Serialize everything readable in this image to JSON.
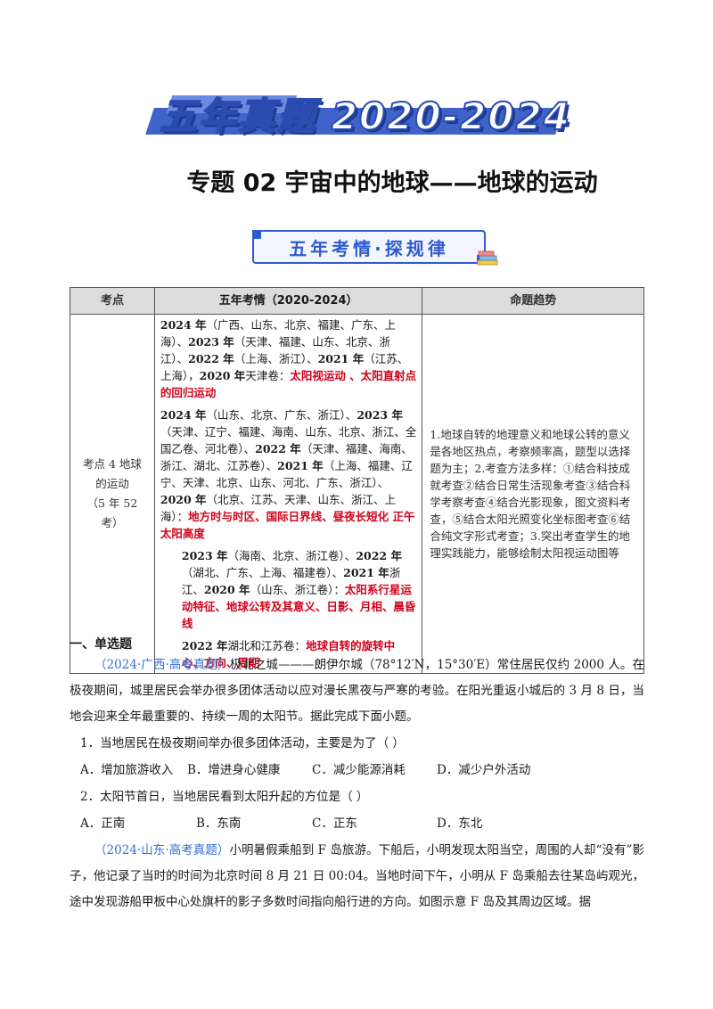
{
  "header": {
    "banner": "五年真题 2020-2024",
    "topic_title": "专题 02    宇宙中的地球——地球的运动",
    "badge": "五年考情·探规律"
  },
  "table": {
    "headers": [
      "考点",
      "五年考情（2020-2024）",
      "命题趋势"
    ],
    "point": {
      "name": "考点 4  地球的运动",
      "count": "（5 年 52 考）"
    },
    "entries": [
      {
        "parts": [
          {
            "t": "2024 年",
            "s": "y"
          },
          {
            "t": "（广西、山东、北京、福建、广东、上海）、",
            "s": ""
          },
          {
            "t": "2023 年",
            "s": "y"
          },
          {
            "t": "（天津、福建、山东、北京、浙江）、",
            "s": ""
          },
          {
            "t": "2022 年",
            "s": "y"
          },
          {
            "t": "（上海、浙江）、",
            "s": ""
          },
          {
            "t": "2021 年",
            "s": "y"
          },
          {
            "t": "（江苏、上海），",
            "s": ""
          },
          {
            "t": "2020 年",
            "s": "y"
          },
          {
            "t": "天津卷：",
            "s": ""
          },
          {
            "t": "太阳视运动 、太阳直射点的回归运动",
            "s": "red"
          }
        ]
      },
      {
        "parts": [
          {
            "t": "2024 年",
            "s": "y"
          },
          {
            "t": "（山东、北京、广东、浙江）、",
            "s": ""
          },
          {
            "t": "2023 年",
            "s": "y"
          },
          {
            "t": "（天津、辽宁、福建、海南、山东、北京、浙江、全国乙卷、河北卷）、",
            "s": ""
          },
          {
            "t": "2022 年",
            "s": "y"
          },
          {
            "t": "（天津、福建、海南、浙江、湖北、江苏卷）、",
            "s": ""
          },
          {
            "t": "2021 年",
            "s": "y"
          },
          {
            "t": "（上海、福建、辽宁、天津、北京、山东、河北、广东、浙江）、",
            "s": ""
          },
          {
            "t": "2020 年",
            "s": "y"
          },
          {
            "t": "（北京、江苏、天津、山东、浙江、上海）：",
            "s": ""
          },
          {
            "t": "地方时与时区、国际日界线、昼夜长短化 正午太阳高度",
            "s": "red"
          }
        ]
      },
      {
        "indent": true,
        "parts": [
          {
            "t": "2023 年",
            "s": "y"
          },
          {
            "t": "（海南、北京、浙江卷）、",
            "s": ""
          },
          {
            "t": "2022 年",
            "s": "y"
          },
          {
            "t": "（湖北、广东、上海、福建卷）、",
            "s": ""
          },
          {
            "t": "2021 年",
            "s": "y"
          },
          {
            "t": "浙江、",
            "s": ""
          },
          {
            "t": "2020 年",
            "s": "y"
          },
          {
            "t": "（山东、浙江卷）：",
            "s": ""
          },
          {
            "t": "太阳系行星运动特征、地球公转及其意义、日影、月相、晨昏线",
            "s": "red"
          }
        ]
      },
      {
        "indent": true,
        "parts": [
          {
            "t": "2022 年",
            "s": "y"
          },
          {
            "t": "湖北和江苏卷：",
            "s": ""
          },
          {
            "t": "地球自转的旋转中心、方向、周期",
            "s": "red"
          }
        ]
      }
    ],
    "trend": "1.地球自转的地理意义和地球公转的意义是各地区热点，考察频率高，题型以选择题为主；2.考查方法多样：①结合科技成就考查②结合日常生活现象考查③结合科学考察考查④结合光影现象，图文资料考查，⑤结合太阳光照变化坐标图考查⑥结合纯文字形式考查；3.突出考查学生的地理实践能力，能够绘制太阳视运动图等"
  },
  "questions": {
    "section": "一、单选题",
    "p1_src": "（2024·广西·高考真题）",
    "p1_body": "极北之城———朗伊尔城（78°12′N，15°30′E）常住居民仅约 2000 人。在极夜期间，城里居民会举办很多团体活动以应对漫长黑夜与严寒的考验。在阳光重返小城后的 3 月 8 日，当地会迎来全年最重要的、持续一周的太阳节。据此完成下面小题。",
    "q1": "1．当地居民在极夜期间举办很多团体活动，主要是为了（      ）",
    "q1_opts": [
      "A．增加旅游收入",
      "B．增进身心健康",
      "C．减少能源消耗",
      "D．减少户外活动"
    ],
    "q2": "2．太阳节首日，当地居民看到太阳升起的方位是（      ）",
    "q2_opts": [
      "A．正南",
      "B．东南",
      "C．正东",
      "D．东北"
    ],
    "p2_src": "（2024·山东·高考真题）",
    "p2_body": "小明暑假乘船到 F 岛旅游。下船后，小明发现太阳当空，周围的人却“没有”影子，他记录了当时的时间为北京时间 8 月 21 日 00:04。当地时间下午，小明从 F 岛乘船去往某岛屿观光，途中发现游船甲板中心处旗杆的影子多数时间指向船行进的方向。如图示意 F 岛及其周边区域。据"
  }
}
